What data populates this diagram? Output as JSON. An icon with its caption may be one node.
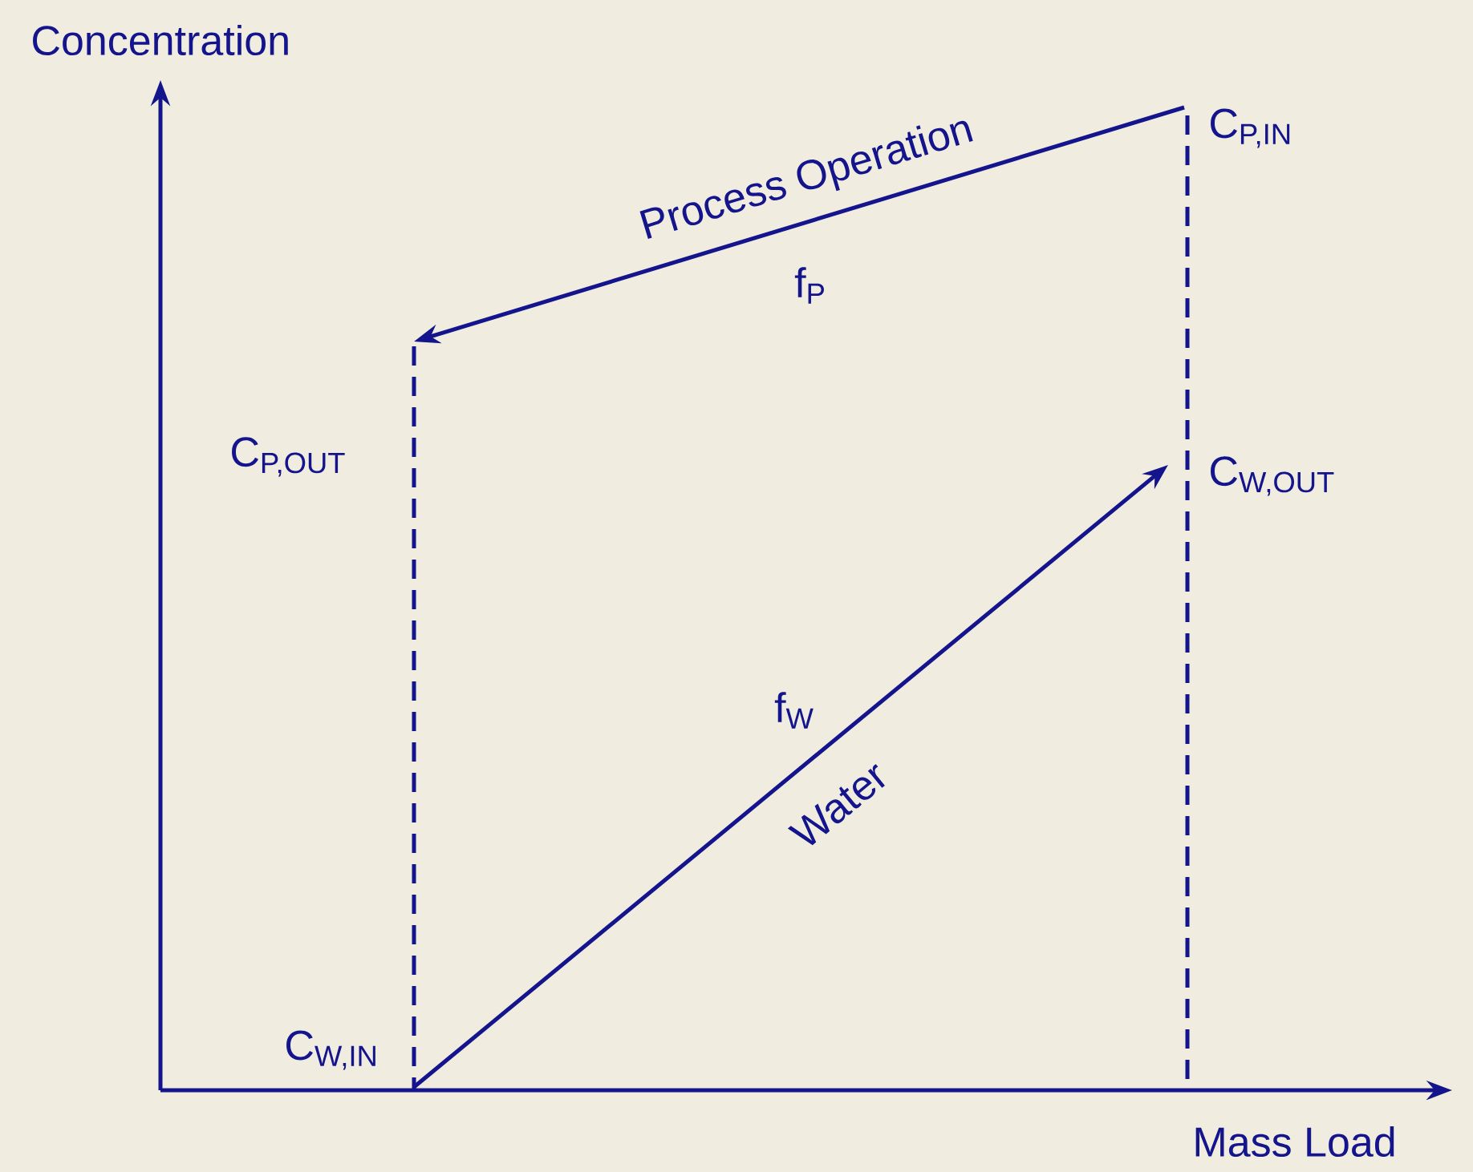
{
  "diagram": {
    "labels": [
      "Concentration",
      "C$_{P,IN}$",
      "Process Operation",
      "f$_{P}$",
      "C$_{P,OUT}$",
      "C$_{W,OUT}$",
      "f$_{W}$",
      "Water",
      "C$_{W,IN}$",
      "Mass Load"
    ]
  }
}
